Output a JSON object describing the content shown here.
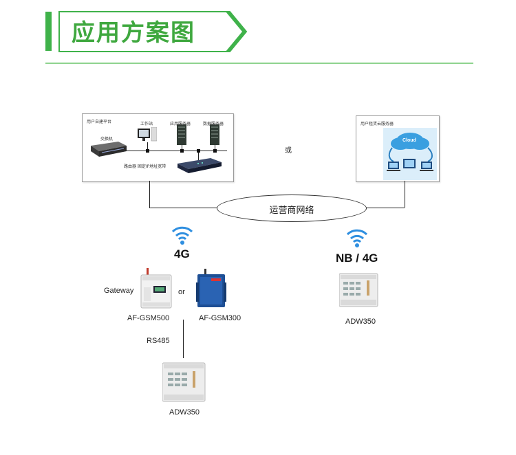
{
  "header": {
    "title": "应用方案图"
  },
  "colors": {
    "accent": "#3fb24a",
    "title_green": "#3fa83f",
    "device_blue": "#2a5fb0"
  },
  "left_box": {
    "title": "用户自建平台",
    "switch_label": "交换机",
    "workstation_label": "工作站",
    "app_server_label": "应用服务器",
    "db_server_label": "数据服务器",
    "router_label": "路由器 固定IP地址宽带"
  },
  "or_top": "或",
  "right_box": {
    "title": "用户租赁云服务器",
    "cloud_label": "Cloud"
  },
  "network_label": "运营商网络",
  "left_wireless": {
    "label": "4G",
    "icon": "wifi-icon"
  },
  "right_wireless": {
    "label": "NB / 4G",
    "icon": "wifi-icon"
  },
  "gateway_label": "Gateway",
  "or_gateway": "or",
  "gsm500_label": "AF-GSM500",
  "gsm300_label": "AF-GSM300",
  "rs485_label": "RS485",
  "adw_bottom_label": "ADW350",
  "adw_right_label": "ADW350"
}
